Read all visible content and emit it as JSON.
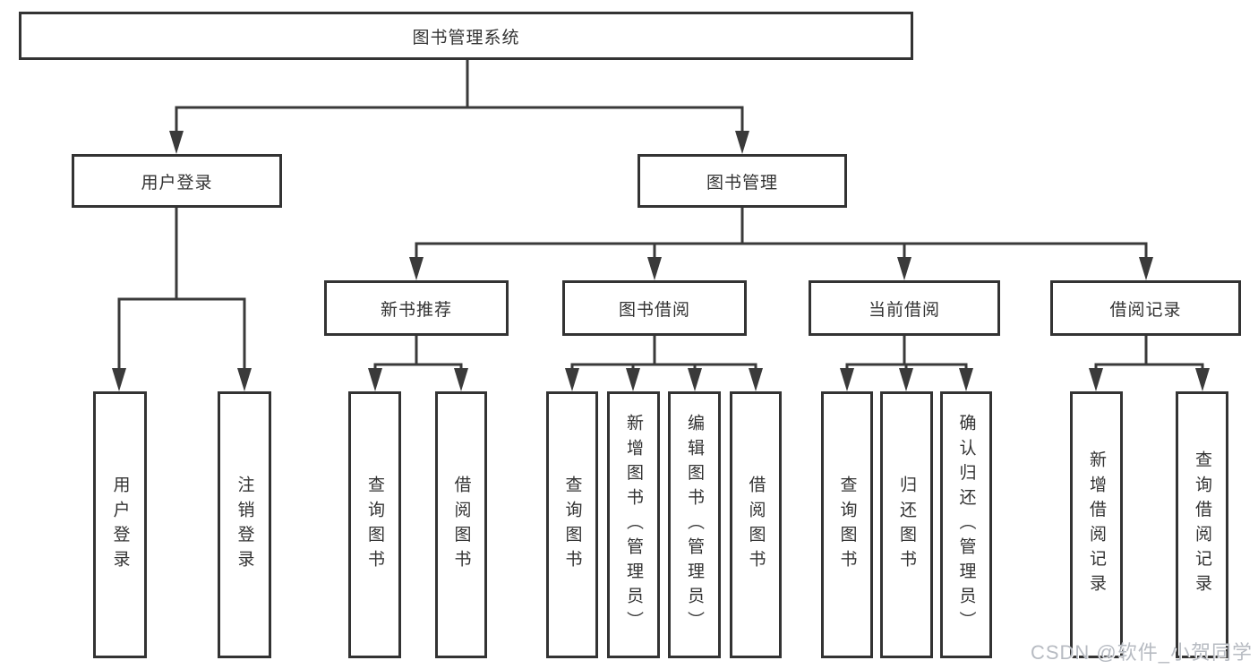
{
  "tree": {
    "label": "图书管理系统",
    "children": [
      {
        "label": "用户登录",
        "children": [
          {
            "label": "用户登录"
          },
          {
            "label": "注销登录"
          }
        ]
      },
      {
        "label": "图书管理",
        "children": [
          {
            "label": "新书推荐",
            "children": [
              {
                "label": "查询图书"
              },
              {
                "label": "借阅图书"
              }
            ]
          },
          {
            "label": "图书借阅",
            "children": [
              {
                "label": "查询图书"
              },
              {
                "label": "新增图书（管理员）"
              },
              {
                "label": "编辑图书（管理员）"
              },
              {
                "label": "借阅图书"
              }
            ]
          },
          {
            "label": "当前借阅",
            "children": [
              {
                "label": "查询图书"
              },
              {
                "label": "归还图书"
              },
              {
                "label": "确认归还（管理员）"
              }
            ]
          },
          {
            "label": "借阅记录",
            "children": [
              {
                "label": "新增借阅记录"
              },
              {
                "label": "查询借阅记录"
              }
            ]
          }
        ]
      }
    ]
  },
  "watermark": {
    "text": "CSDN @软件_小贺同学"
  },
  "colors": {
    "line": "#3a3a3a",
    "box_border": "#333333",
    "box_fill": "#ffffff",
    "text": "#333333",
    "background": "#ffffff",
    "watermark": "#b7bbc2"
  }
}
